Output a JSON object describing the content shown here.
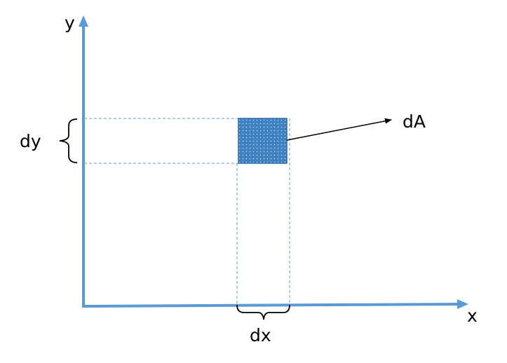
{
  "axes": {
    "x_label": "x",
    "y_label": "y"
  },
  "labels": {
    "dx": "dx",
    "dy": "dy",
    "dA": "dA"
  },
  "colors": {
    "axis": "#5b9bd5",
    "element_fill": "#2e75b6",
    "guide_lines": "#5b9bd5",
    "text": "#000000"
  }
}
